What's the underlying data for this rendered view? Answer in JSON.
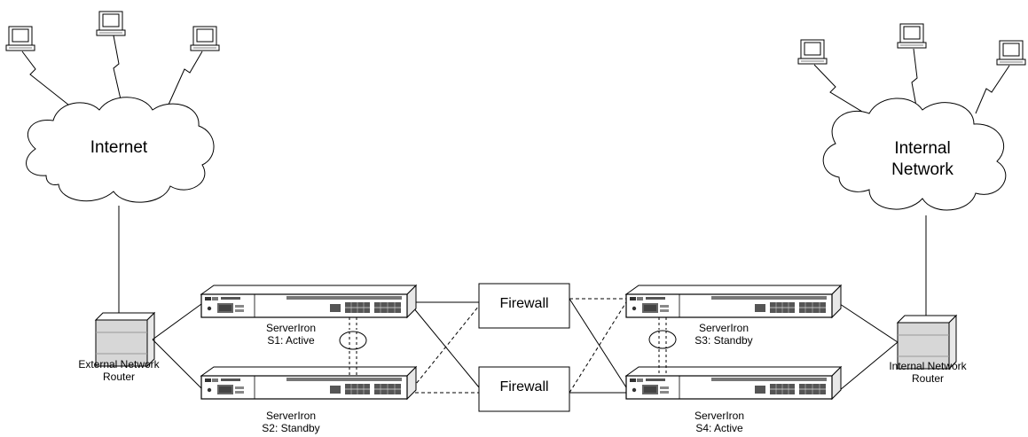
{
  "clouds": {
    "internet": "Internet",
    "internal_line1": "Internal",
    "internal_line2": "Network"
  },
  "routers": {
    "external_line1": "External Network",
    "external_line2": "Router",
    "internal_line1": "Internal Network",
    "internal_line2": "Router"
  },
  "firewalls": {
    "top": "Firewall",
    "bottom": "Firewall"
  },
  "switches": {
    "s1": {
      "name": "ServerIron",
      "role": "S1: Active"
    },
    "s2": {
      "name": "ServerIron",
      "role": "S2: Standby"
    },
    "s3": {
      "name": "ServerIron",
      "role": "S3: Standby"
    },
    "s4": {
      "name": "ServerIron",
      "role": "S4: Active"
    }
  },
  "icons": [
    "computer-terminal-icon",
    "cloud-icon",
    "router-icon",
    "switch-chassis-icon",
    "firewall-box-icon"
  ]
}
